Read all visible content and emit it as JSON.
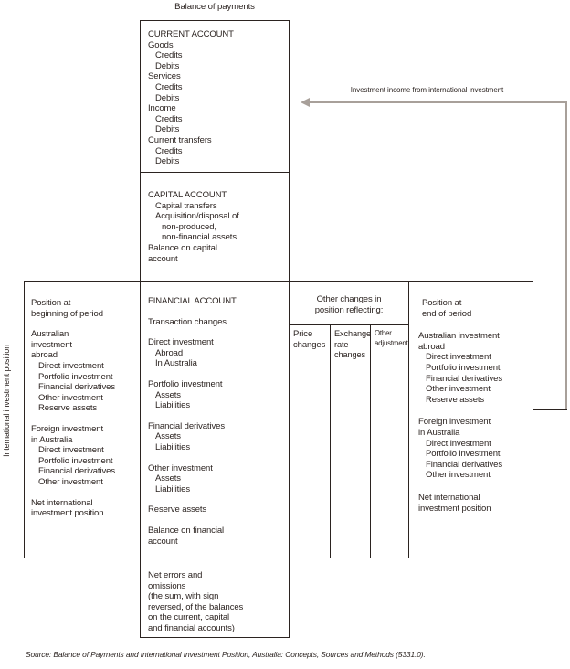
{
  "title": "Balance of payments",
  "side_label": "International investment position",
  "arrow_label": "Investment income from international investment",
  "source": "Source: Balance of Payments and International Investment Position, Australia: Concepts, Sources and Methods (5331.0).",
  "colors": {
    "line": "#2b2320",
    "text": "#2b2320",
    "arrow": "#a8a09a",
    "background": "#ffffff"
  },
  "boxes": {
    "current_account": [
      [
        {
          "t": "CURRENT ACCOUNT"
        },
        {
          "t": "Goods"
        },
        {
          "t": "Credits",
          "i": 1
        },
        {
          "t": "Debits",
          "i": 1
        },
        {
          "t": "Services"
        },
        {
          "t": "Credits",
          "i": 1
        },
        {
          "t": "Debits",
          "i": 1
        },
        {
          "t": "Income"
        },
        {
          "t": "Credits",
          "i": 1
        },
        {
          "t": "Debits",
          "i": 1
        },
        {
          "t": "Current transfers"
        },
        {
          "t": "Credits",
          "i": 1
        },
        {
          "t": "Debits",
          "i": 1
        }
      ]
    ],
    "capital_account": [
      [
        {
          "t": "CAPITAL ACCOUNT"
        },
        {
          "t": "Capital transfers",
          "i": 1
        },
        {
          "t": "Acquisition/disposal of",
          "i": 1
        },
        {
          "t": "non-produced,",
          "i": 2
        },
        {
          "t": "non-financial assets",
          "i": 2
        },
        {
          "t": "Balance on capital"
        },
        {
          "t": "account"
        }
      ]
    ],
    "financial_account": [
      [
        {
          "t": "FINANCIAL ACCOUNT"
        }
      ],
      [
        {
          "t": "Transaction changes"
        }
      ],
      [
        {
          "t": "Direct investment"
        },
        {
          "t": "Abroad",
          "i": 1
        },
        {
          "t": "In Australia",
          "i": 1
        }
      ],
      [
        {
          "t": "Portfolio investment"
        },
        {
          "t": "Assets",
          "i": 1
        },
        {
          "t": "Liabilities",
          "i": 1
        }
      ],
      [
        {
          "t": "Financial derivatives"
        },
        {
          "t": "Assets",
          "i": 1
        },
        {
          "t": "Liabilities",
          "i": 1
        }
      ],
      [
        {
          "t": "Other investment"
        },
        {
          "t": "Assets",
          "i": 1
        },
        {
          "t": "Liabilities",
          "i": 1
        }
      ],
      [
        {
          "t": "Reserve assets"
        }
      ],
      [
        {
          "t": "Balance on financial"
        },
        {
          "t": "account"
        }
      ]
    ],
    "net_errors": [
      [
        {
          "t": "Net errors and"
        },
        {
          "t": "omissions"
        },
        {
          "t": "(the sum, with sign"
        },
        {
          "t": "reversed, of the balances"
        },
        {
          "t": "on the current, capital"
        },
        {
          "t": "and financial accounts)"
        }
      ]
    ],
    "position_beginning": [
      [
        {
          "t": "Position at"
        },
        {
          "t": "beginning of period"
        }
      ],
      [
        {
          "t": "Australian"
        },
        {
          "t": "investment"
        },
        {
          "t": "abroad"
        },
        {
          "t": "Direct investment",
          "i": 1
        },
        {
          "t": "Portfolio investment",
          "i": 1
        },
        {
          "t": "Financial derivatives",
          "i": 1
        },
        {
          "t": "Other investment",
          "i": 1
        },
        {
          "t": "Reserve assets",
          "i": 1
        }
      ],
      [
        {
          "t": "Foreign investment"
        },
        {
          "t": "in Australia"
        },
        {
          "t": "Direct investment",
          "i": 1
        },
        {
          "t": "Portfolio investment",
          "i": 1
        },
        {
          "t": "Financial derivatives",
          "i": 1
        },
        {
          "t": "Other investment",
          "i": 1
        }
      ],
      [
        {
          "t": "Net international"
        },
        {
          "t": "investment position"
        }
      ]
    ],
    "position_end": [
      [
        {
          "t": "Position at"
        },
        {
          "t": "end of period"
        }
      ],
      [
        {
          "t": "Australian investment"
        },
        {
          "t": "abroad"
        },
        {
          "t": "Direct investment",
          "i": 1
        },
        {
          "t": "Portfolio investment",
          "i": 1
        },
        {
          "t": "Financial derivatives",
          "i": 1
        },
        {
          "t": "Other investment",
          "i": 1
        },
        {
          "t": "Reserve assets",
          "i": 1
        }
      ],
      [
        {
          "t": "Foreign investment"
        },
        {
          "t": "in Australia"
        },
        {
          "t": "Direct investment",
          "i": 1
        },
        {
          "t": "Portfolio investment",
          "i": 1
        },
        {
          "t": "Financial derivatives",
          "i": 1
        },
        {
          "t": "Other investment",
          "i": 1
        }
      ],
      [
        {
          "t": "Net international"
        },
        {
          "t": "investment position"
        }
      ]
    ],
    "other_changes": {
      "header": [
        [
          {
            "t": "Other changes in"
          },
          {
            "t": "position reflecting:"
          }
        ]
      ],
      "col_price": [
        [
          {
            "t": "Price"
          },
          {
            "t": "changes"
          }
        ]
      ],
      "col_exchange": [
        [
          {
            "t": "Exchange"
          },
          {
            "t": "rate"
          },
          {
            "t": "changes"
          }
        ]
      ],
      "col_other": [
        [
          {
            "t": "Other"
          },
          {
            "t": "adjustments"
          }
        ]
      ]
    }
  }
}
